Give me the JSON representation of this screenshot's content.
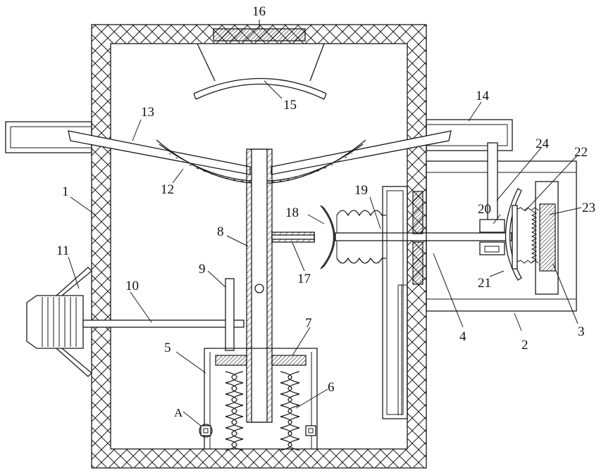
{
  "figure": {
    "part_labels": {
      "p1": "1",
      "p2": "2",
      "p3": "3",
      "p4": "4",
      "p5": "5",
      "p6": "6",
      "p7": "7",
      "p8": "8",
      "p9": "9",
      "p10": "10",
      "p11": "11",
      "p12": "12",
      "p13": "13",
      "p14": "14",
      "p15": "15",
      "p16": "16",
      "p17": "17",
      "p18": "18",
      "p19": "19",
      "p20": "20",
      "p21": "21",
      "p22": "22",
      "p23": "23",
      "p24": "24",
      "detail_a": "A"
    },
    "colors": {
      "ink": "#1a1a1a",
      "paper": "#ffffff"
    }
  }
}
